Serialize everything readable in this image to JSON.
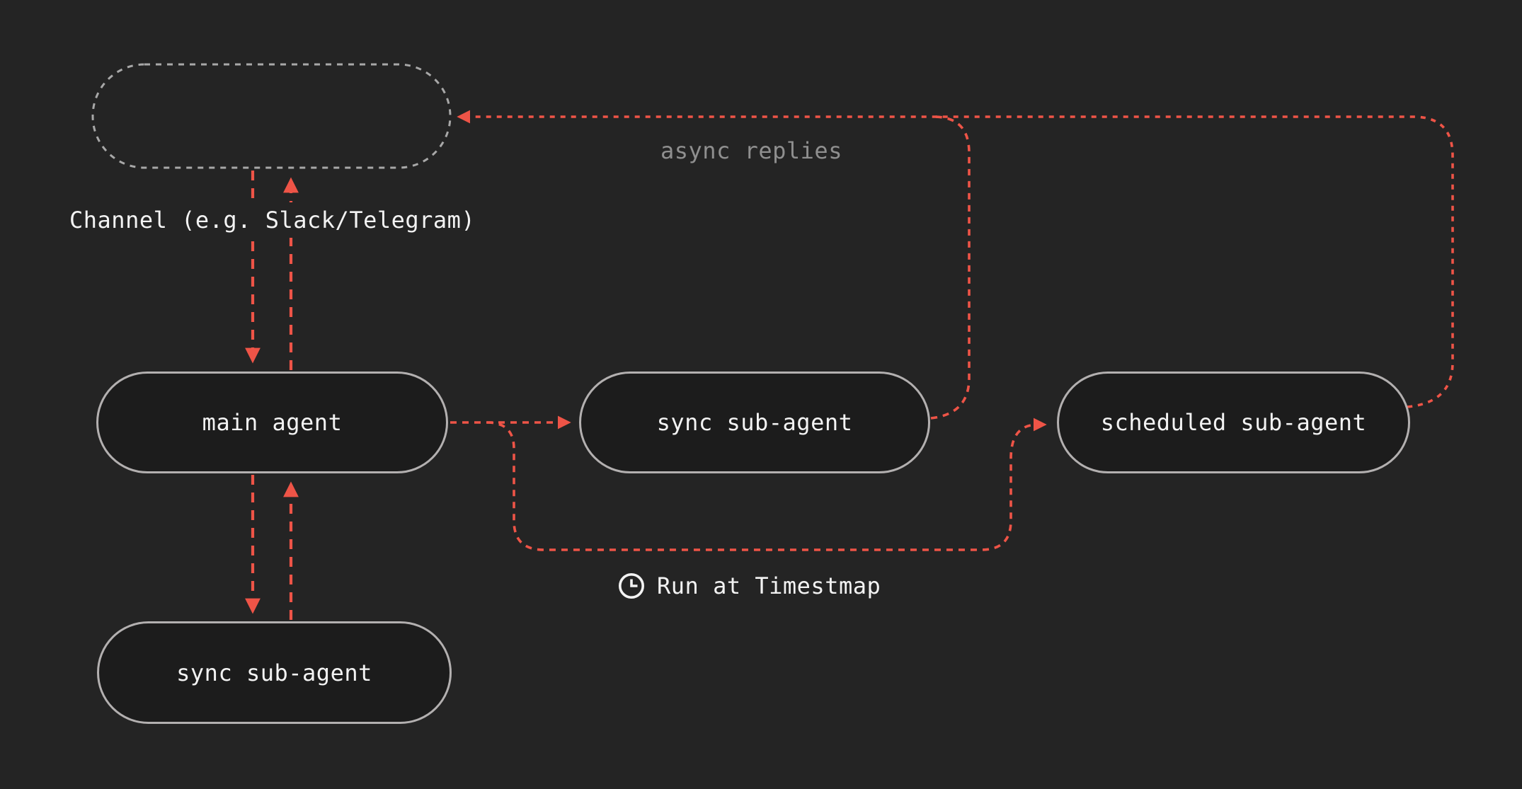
{
  "diagram": {
    "title": "agent channel routing diagram",
    "nodes": {
      "channel": {
        "label": "",
        "style": "dashed-pill"
      },
      "main": {
        "label": "main agent"
      },
      "sync_mid": {
        "label": "sync sub-agent"
      },
      "scheduled": {
        "label": "scheduled sub-agent"
      },
      "sync_bottom": {
        "label": "sync sub-agent"
      }
    },
    "annotations": {
      "channel_caption": "Channel (e.g. Slack/Telegram)",
      "async_caption": "async replies",
      "runat_caption": "Run at Timestmap"
    },
    "edges": [
      {
        "from": "channel",
        "to": "main",
        "style": "dashed-arrow"
      },
      {
        "from": "main",
        "to": "channel",
        "style": "dashed-arrow"
      },
      {
        "from": "main",
        "to": "sync_bottom",
        "style": "dashed-arrow"
      },
      {
        "from": "sync_bottom",
        "to": "main",
        "style": "dashed-arrow"
      },
      {
        "from": "main",
        "to": "sync_mid",
        "style": "dashed-arrow"
      },
      {
        "from": "main",
        "to": "scheduled",
        "style": "dashed-arrow"
      },
      {
        "from": "sync_mid",
        "to": "channel",
        "style": "dashed",
        "label": "async replies"
      },
      {
        "from": "scheduled",
        "to": "channel",
        "style": "dashed-arrow",
        "label": "async replies"
      }
    ],
    "icons": {
      "runat": "clock-icon"
    },
    "colors": {
      "background": "#242424",
      "node_fill": "#1c1c1c",
      "node_border": "#b3b0b0",
      "channel_border": "#a8a8a8",
      "accent": "#ee5447",
      "text": "#f3f3f3",
      "muted_text": "#8f8f8f"
    }
  }
}
